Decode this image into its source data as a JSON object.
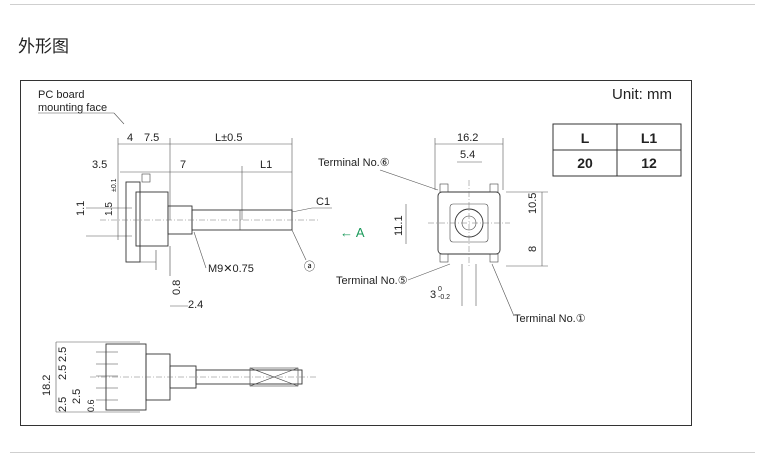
{
  "heading": "外形图",
  "unit": "Unit: mm",
  "labels": {
    "pc_board_line1": "PC board",
    "pc_board_line2": "mounting face",
    "terminal_6": "Terminal No.⑥",
    "terminal_5": "Terminal No.⑤",
    "terminal_1": "Terminal No.①",
    "chamfer": "C1",
    "view_arrow": "← A",
    "thread": "M9✕0.75",
    "circle_a": "ⓐ"
  },
  "dimensions": {
    "d4": "4",
    "d7_5": "7.5",
    "dL": "L±0.5",
    "d3_5": "3.5",
    "d7": "7",
    "dL1": "L1",
    "d1_5": "1.5",
    "d1_5_tol": "±0.1",
    "d1_1": "1.1",
    "d0_8": "0.8",
    "d2_4": "2.4",
    "d16_2": "16.2",
    "d5_4": "5.4",
    "d11_1": "11.1",
    "d10_5": "10.5",
    "d8": "8",
    "d3": "3",
    "d3_tol_up": "0",
    "d3_tol_low": "-0.2",
    "d18_2": "18.2",
    "d2_5_a": "2.5",
    "d2_5_b": "2.5",
    "d2_5_c": "2.5",
    "d2_5_d": "2.5",
    "d0_6": "0.6"
  },
  "table": {
    "headers": [
      "L",
      "L1"
    ],
    "rows": [
      [
        "20",
        "12"
      ]
    ]
  },
  "colors": {
    "accent_arrow": "#1a9a5a",
    "line": "#333333"
  }
}
